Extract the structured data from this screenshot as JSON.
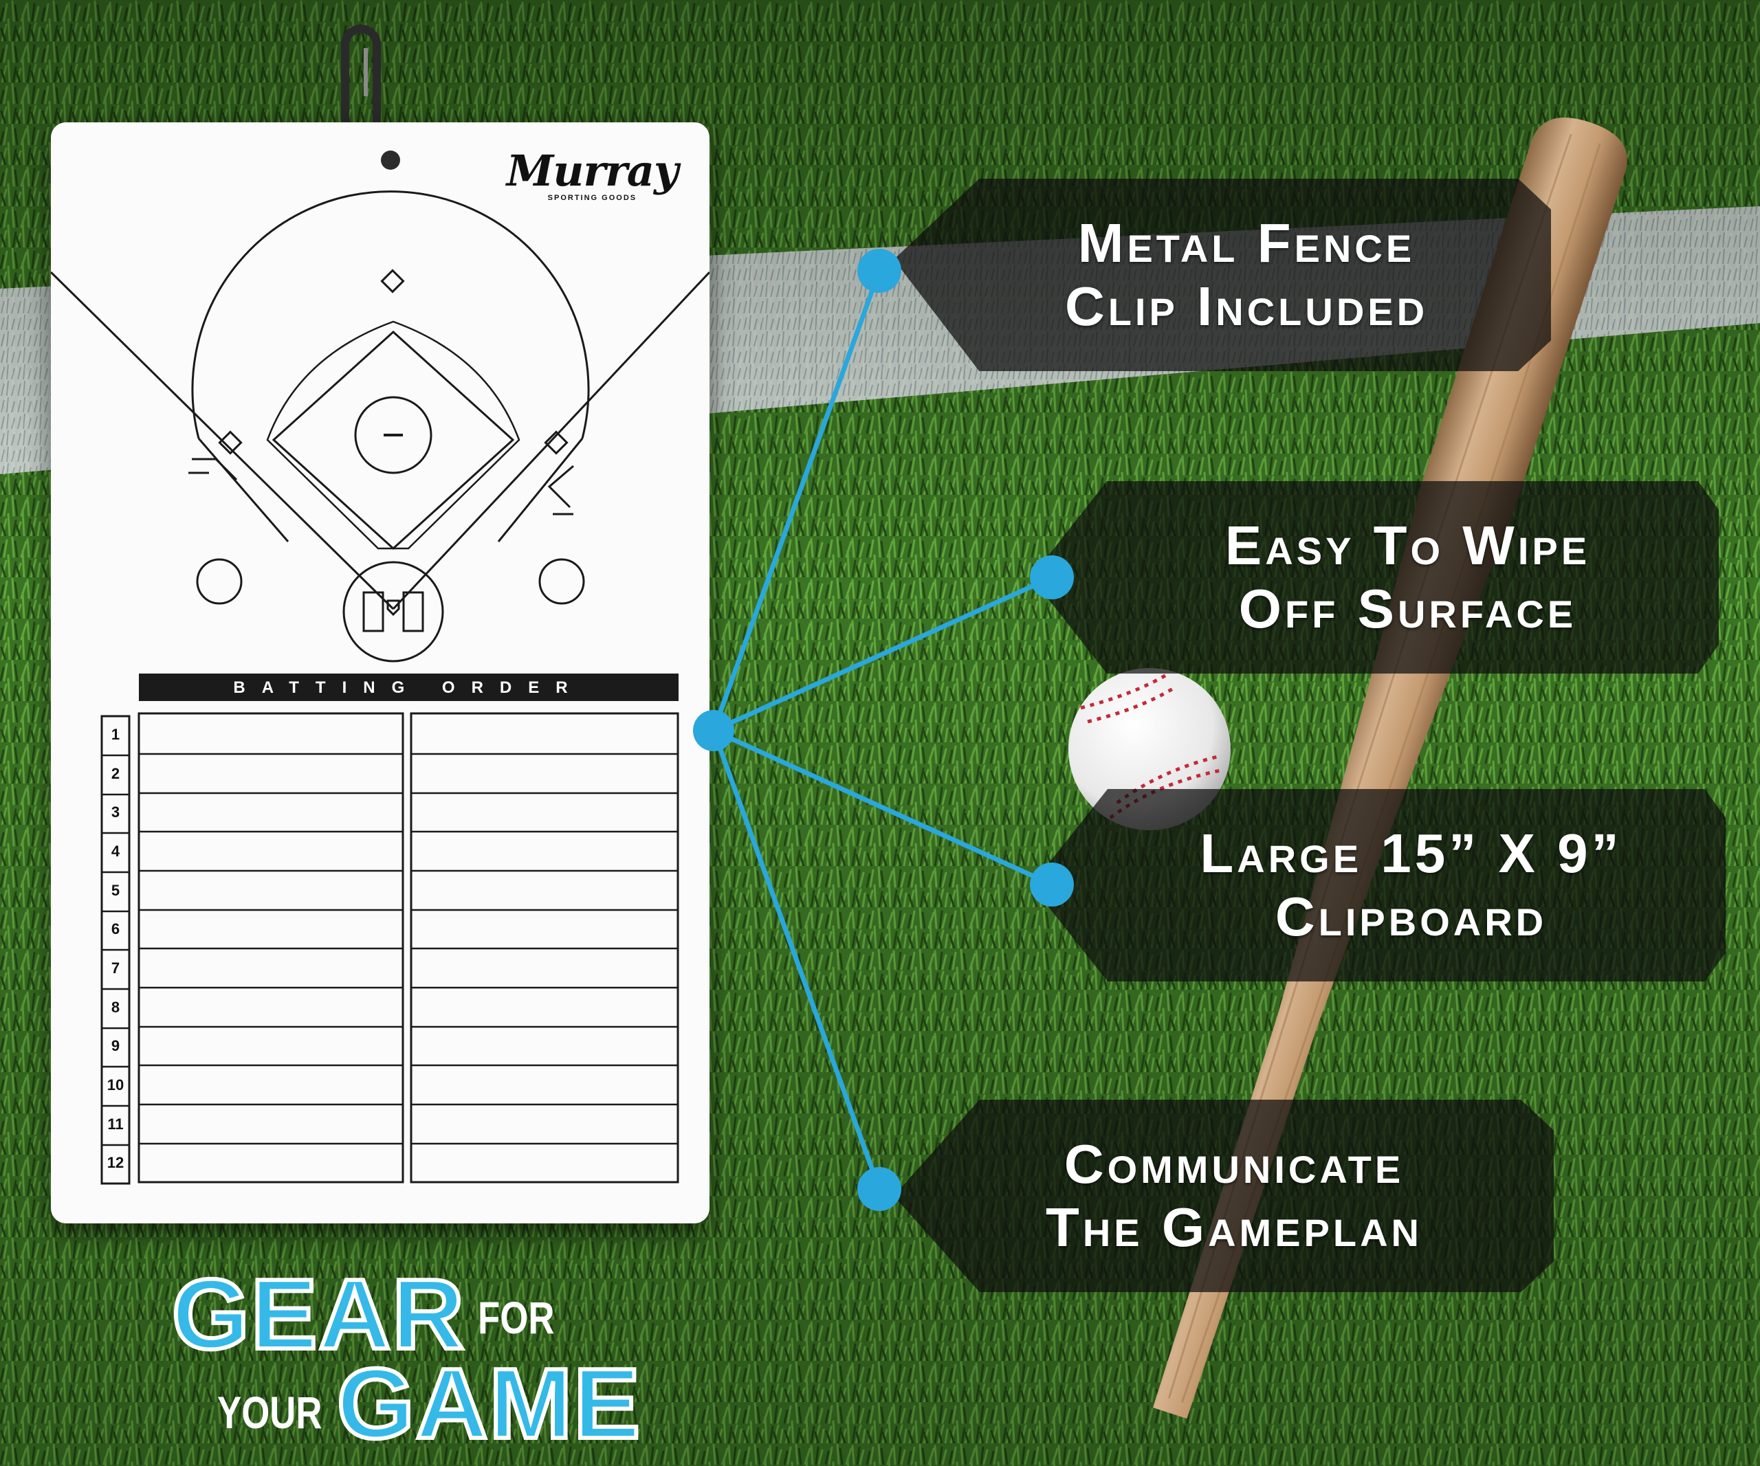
{
  "brand": {
    "name": "Murray",
    "subtitle": "SPORTING GOODS"
  },
  "board": {
    "section_title": "BATTING ORDER",
    "row_numbers": [
      "1",
      "2",
      "3",
      "4",
      "5",
      "6",
      "7",
      "8",
      "9",
      "10",
      "11",
      "12"
    ]
  },
  "features": [
    {
      "text": "Metal Fence\nClip Included"
    },
    {
      "text": "Easy To Wipe\nOff Surface"
    },
    {
      "text": "Large 15” X 9”\nClipboard"
    },
    {
      "text": "Communicate\nThe Gameplan"
    }
  ],
  "tagline": {
    "line1_big": "GEAR",
    "line1_small": "FOR",
    "line2_small": "YOUR",
    "line2_big": "GAME"
  },
  "colors": {
    "accent": "#2aa7dc",
    "grass": "#3f7a26",
    "bat": "#c9a27a",
    "panel": "#0e0e0e"
  }
}
